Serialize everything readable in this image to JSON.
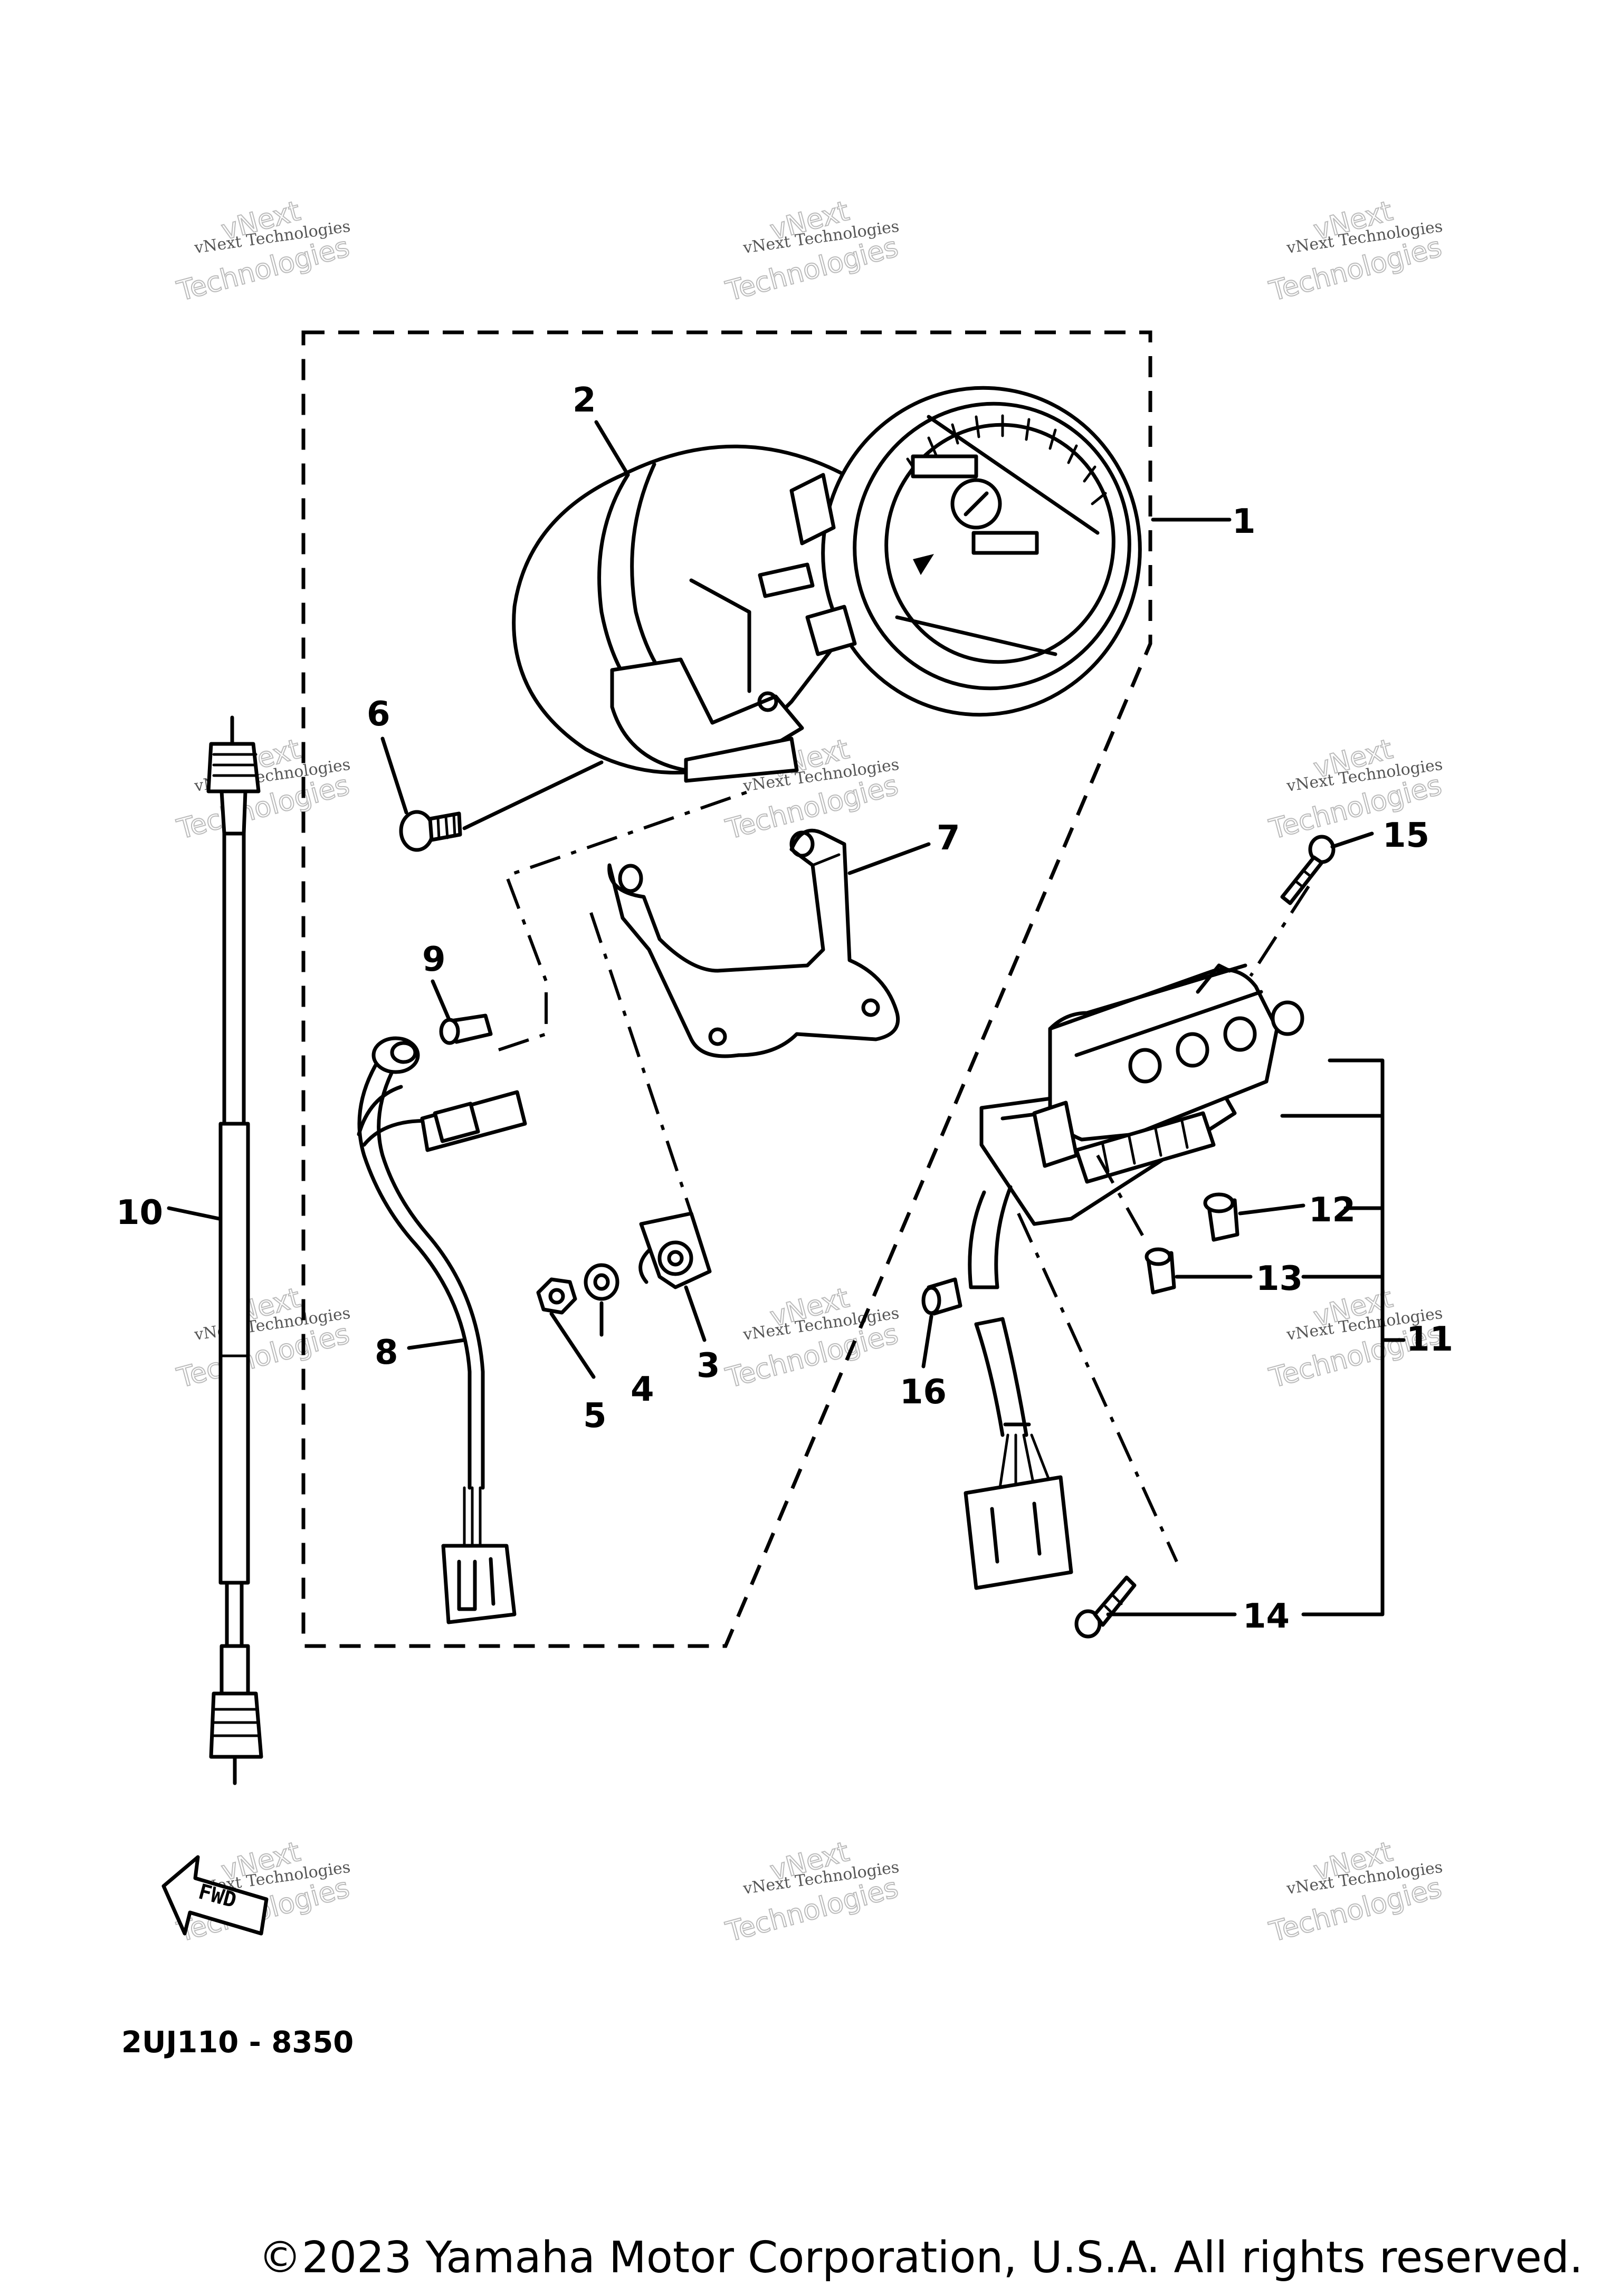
{
  "parts": [
    {
      "id": "1",
      "label": "1"
    },
    {
      "id": "2",
      "label": "2"
    },
    {
      "id": "3",
      "label": "3"
    },
    {
      "id": "4",
      "label": "4"
    },
    {
      "id": "5",
      "label": "5"
    },
    {
      "id": "6",
      "label": "6"
    },
    {
      "id": "7",
      "label": "7"
    },
    {
      "id": "8",
      "label": "8"
    },
    {
      "id": "9",
      "label": "9"
    },
    {
      "id": "10",
      "label": "10"
    },
    {
      "id": "11",
      "label": "11"
    },
    {
      "id": "12",
      "label": "12"
    },
    {
      "id": "13",
      "label": "13"
    },
    {
      "id": "14",
      "label": "14"
    },
    {
      "id": "15",
      "label": "15"
    },
    {
      "id": "16",
      "label": "16"
    }
  ],
  "diagram_code": "2UJ110 - 8350",
  "fwd_label": "FWD",
  "watermark": {
    "line1": "vNext Technologies",
    "line2": "Technologies",
    "line3": "vNext"
  },
  "copyright": "©2023 Yamaha Motor Corporation, U.S.A. All rights reserved."
}
